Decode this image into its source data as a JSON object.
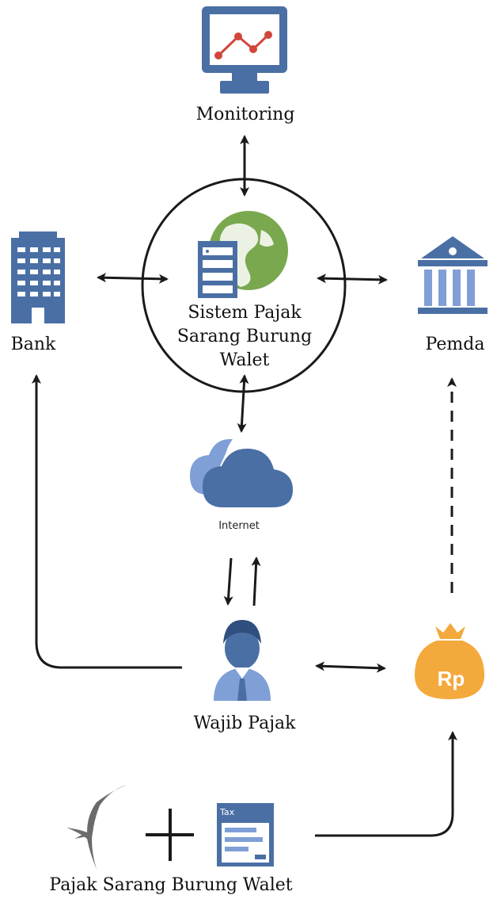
{
  "nodes": {
    "monitoring": "Monitoring",
    "system_line1": "Sistem Pajak",
    "system_line2": "Sarang Burung",
    "system_line3": "Walet",
    "bank": "Bank",
    "pemda": "Pemda",
    "internet": "Internet",
    "wajib_pajak": "Wajib Pajak",
    "currency": "Rp",
    "tax_form": "Tax",
    "source": "Pajak Sarang Burung Walet"
  },
  "colors": {
    "icon_blue": "#4a6fa5",
    "icon_light_blue": "#7f9fd6",
    "globe_green": "#7aa84e",
    "money_orange": "#f4a93c",
    "chart_red": "#d1453b",
    "bird_gray": "#6b6b6b",
    "arrow": "#1a1a1a"
  },
  "icons": {
    "monitoring": "monitor-chart-icon",
    "system": "server-globe-icon",
    "bank": "office-building-icon",
    "pemda": "government-building-icon",
    "internet": "cloud-icon",
    "wajib_pajak": "person-icon",
    "money": "money-bag-icon",
    "bird": "swallow-bird-icon",
    "plus": "plus-icon",
    "tax_form": "tax-form-icon"
  }
}
